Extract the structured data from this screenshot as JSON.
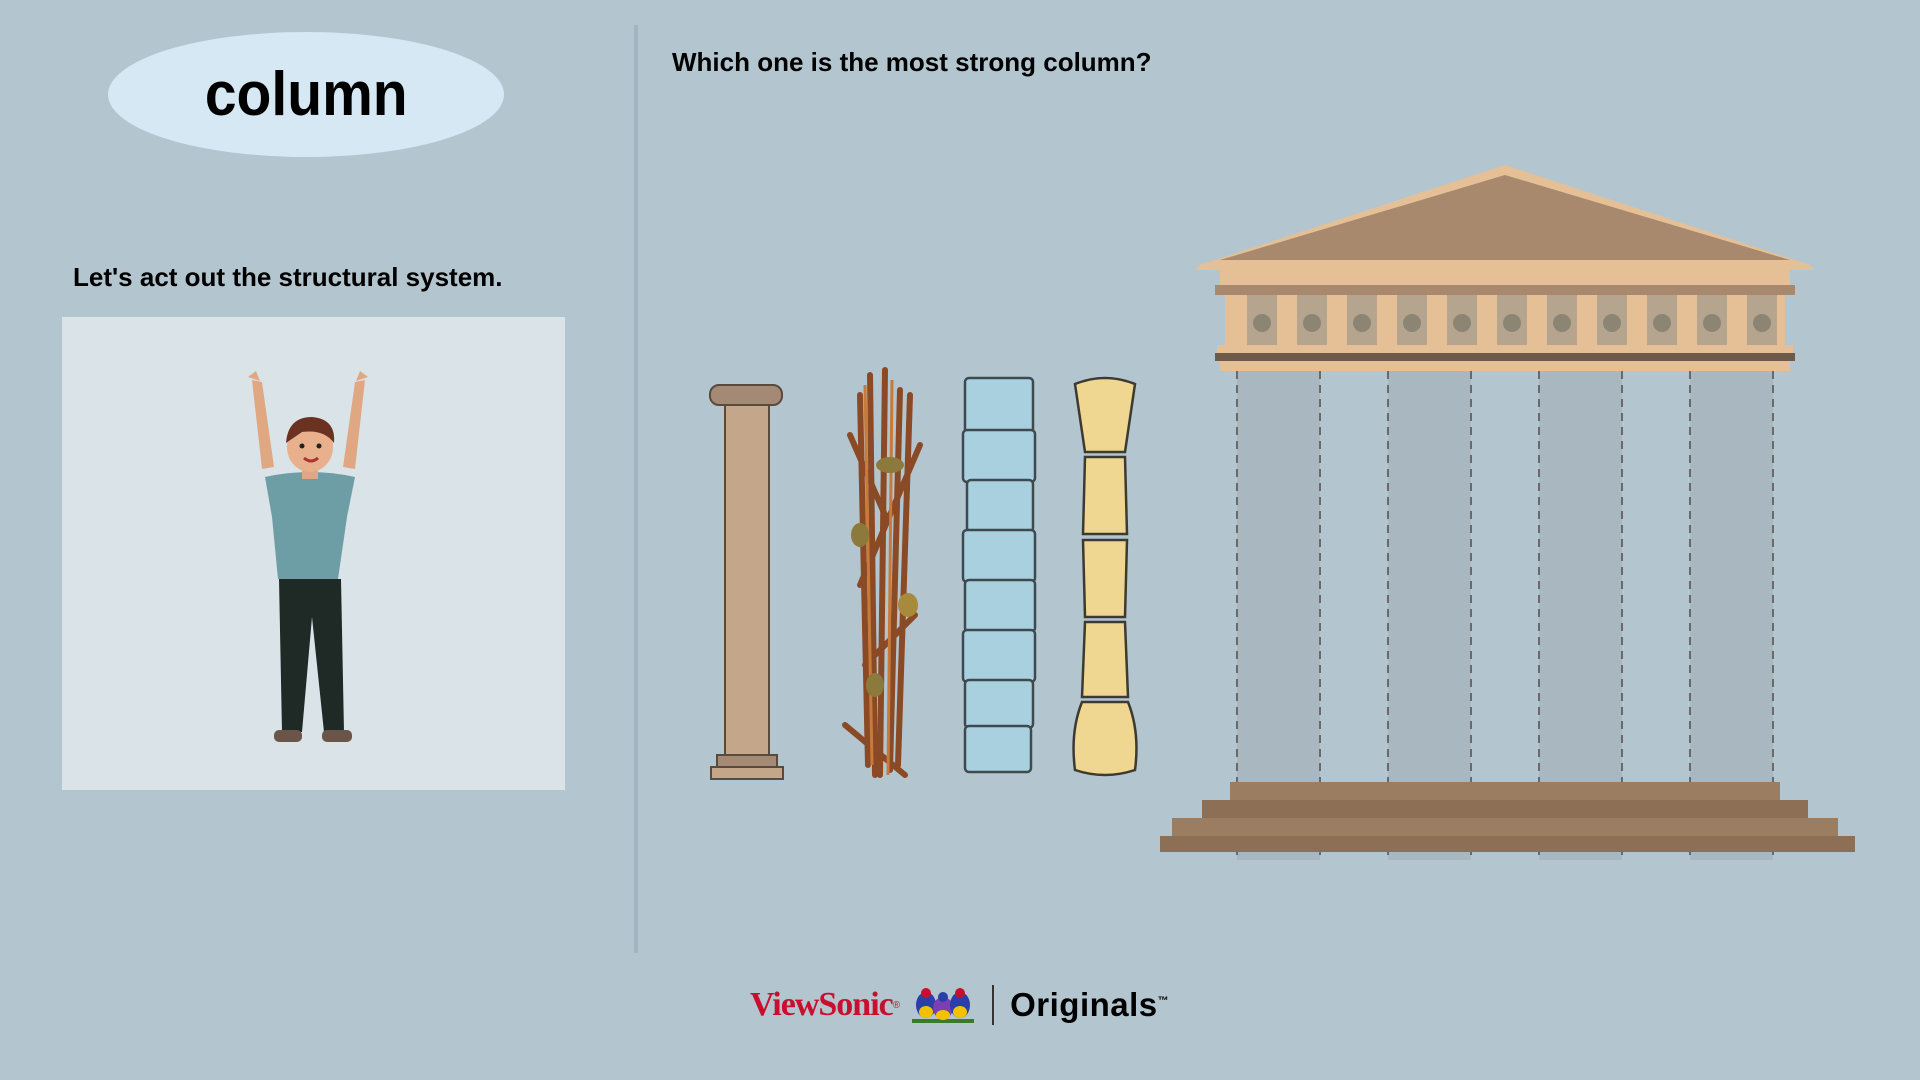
{
  "left_panel": {
    "title": "column",
    "instruction": "Let's act out the structural system."
  },
  "right_panel": {
    "question": "Which one is the most strong column?",
    "options": [
      "stone-column",
      "sticks-column",
      "ice-block-column",
      "straw-column"
    ]
  },
  "footer": {
    "brand": "ViewSonic",
    "brand_mark": "®",
    "product": "Originals",
    "trademark": "™"
  },
  "colors": {
    "background": "#b3c5cf",
    "ellipse": "#d6e8f3",
    "brand_red": "#c8102e"
  }
}
